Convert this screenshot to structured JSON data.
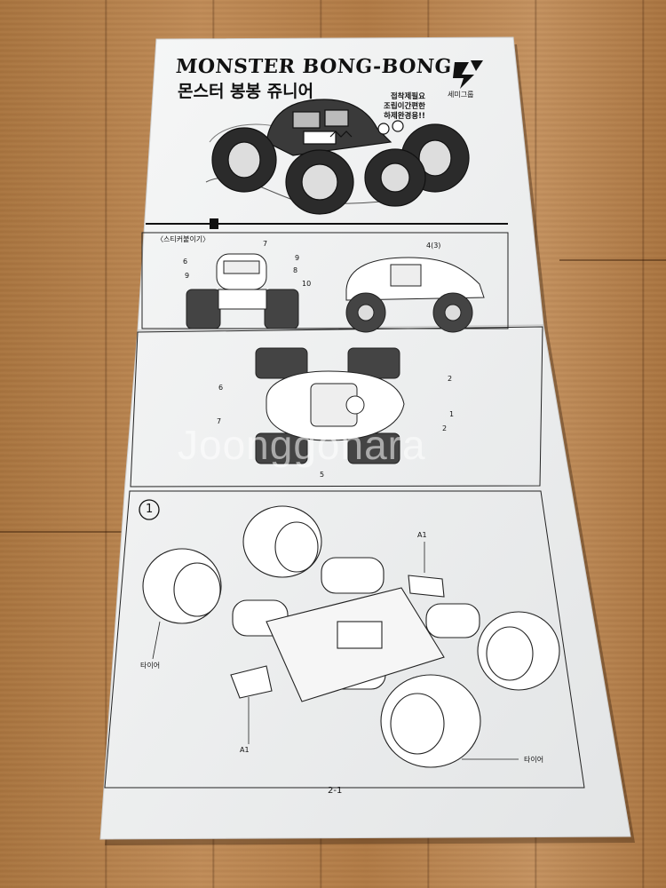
{
  "header": {
    "title": "MONSTER BONG-BONG",
    "subtitle": "몬스터 봉봉 쥬니어",
    "brand_name": "세미그룹",
    "slogan": "접착제필요\n조립이간편한\n하제완경용!!"
  },
  "decal_section": {
    "label": "〈스티커붙이기〉",
    "front_view_parts": [
      "7",
      "6",
      "9",
      "9",
      "8",
      "10"
    ],
    "side_view_parts": [
      "4(3)"
    ],
    "top_view_parts": [
      "6",
      "7",
      "2",
      "1",
      "2",
      "5"
    ]
  },
  "step1": {
    "number": "1",
    "parts": [
      "A1",
      "A1"
    ],
    "tire_labels": [
      "타이어",
      "타이어"
    ]
  },
  "watermark": "Joonggonara",
  "page_number": "2-1",
  "colors": {
    "paper": "#f1f2f2",
    "ink": "#1a1a1a",
    "floor": "#b78452"
  }
}
